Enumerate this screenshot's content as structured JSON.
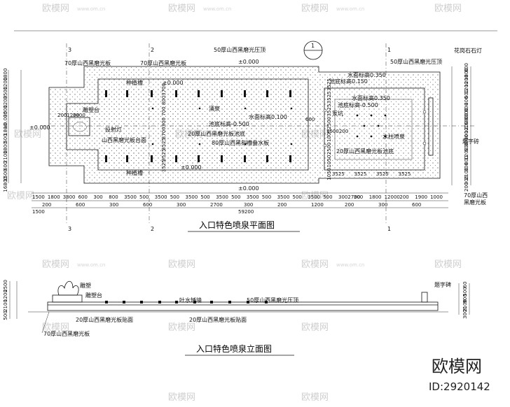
{
  "watermark": {
    "brand": "欧模网",
    "url": "www.om.cn",
    "id": "ID:2920142"
  },
  "plan": {
    "title": "入口特色喷泉平面图",
    "grid_axes": [
      "3",
      "2",
      "1"
    ],
    "labels": {
      "granite_70_a": "70厚山西黑磨光板",
      "granite_70_b": "70厚山西黑磨光板",
      "coping_50": "50厚山西黑磨光压顶",
      "coping_50_r": "50厚山西黑磨光压顶",
      "lawn_stone": "花岗石石灯",
      "planter_top": "种植槽",
      "planter_bottom": "种植槽",
      "elev_zero_a": "±0.000",
      "elev_zero_b": "±0.000",
      "elev_zero_c": "±0.000",
      "elev_zero_d": "±0.000",
      "elev_zero_e": "±0.000",
      "sculpture_base": "雕塑台",
      "spot_light": "投射灯",
      "sculpture_top": "山西黑磨光板台面",
      "spring": "涌泉",
      "water_level_r": "水面标高0.100",
      "pool_bottom": "池底标高-0.500",
      "pool_bottom_panel": "20厚山西黑磨光板池底",
      "carved_panel": "80厚山西黑刻槽叠水板",
      "water_level_a": "水面标高0.350",
      "pool_bottom_a": "池底标高0.150",
      "water_level_b": "水面标高0.350",
      "pool_bottom_b": "池底标高-0.500",
      "pump_pit": "泵坑",
      "water_jet": "水柱喷泉",
      "pool_panel_r": "20厚山西黑磨光板池底",
      "sign_wall": "题字砖",
      "granite_70_c": "70厚山西",
      "granite_70_c2": "黑磨光板",
      "sub_2001200": "2001200",
      "sub_3800": "3800",
      "sub_1500_200": "1500200",
      "sub_600": "600"
    },
    "dims_bottom_row1": [
      "1500",
      "1800",
      "3800",
      "600",
      "300",
      "800",
      "3500",
      "500",
      "3500",
      "500",
      "3500",
      "500",
      "3500",
      "500",
      "3500",
      "500",
      "3500",
      "500",
      "3500",
      "500",
      "3002700",
      "300",
      "1800",
      "12000",
      "200",
      "1900",
      "1000"
    ],
    "dims_bottom_row2": [
      "200",
      "600",
      "300",
      "600",
      "300",
      "2700",
      "300",
      "200",
      "1200",
      "200",
      "300",
      "600"
    ],
    "dims_bottom_row3": [
      "1500",
      "59200"
    ],
    "dims_left": [
      "1800",
      "1200",
      "3500",
      "1200",
      "3500",
      "±0.000",
      "1800",
      "500",
      "1800",
      "2100",
      "600",
      "1500",
      "16800"
    ],
    "dims_right": [
      "800",
      "1800",
      "1200",
      "1200",
      "600",
      "400",
      "800",
      "8000",
      "16800",
      "1200",
      "3000",
      "3000",
      "600",
      "1200",
      "800",
      "300",
      "2100",
      "300",
      "200"
    ],
    "dims_inner_left": [
      "3700",
      "800",
      "700",
      "300",
      "3700",
      "3525",
      "3525",
      "3525"
    ],
    "dims_inner_right": [
      "3525",
      "3525",
      "3525",
      "2500",
      "1000",
      "2500",
      "1050",
      "1050"
    ],
    "dims_inner_row": [
      "3525",
      "3525",
      "3525",
      "3525"
    ]
  },
  "elevation": {
    "title": "入口特色喷泉立面图",
    "labels": {
      "sculpture": "雕塑",
      "sculpture_base": "雕塑台",
      "spout_wall": "吐水矮墙",
      "coping_50": "50厚山西黑磨光压顶",
      "facing_20_a": "20厚山西黑磨光板贴面",
      "facing_20_b": "20厚山西黑磨光板贴面",
      "granite_70": "70厚山西黑磨光板",
      "sign_stele": "题字碑"
    },
    "dims_left": [
      "2500",
      "1200",
      "2100",
      "500"
    ],
    "dims_right": [
      "60",
      "500",
      "900",
      "2100",
      "3000"
    ]
  }
}
